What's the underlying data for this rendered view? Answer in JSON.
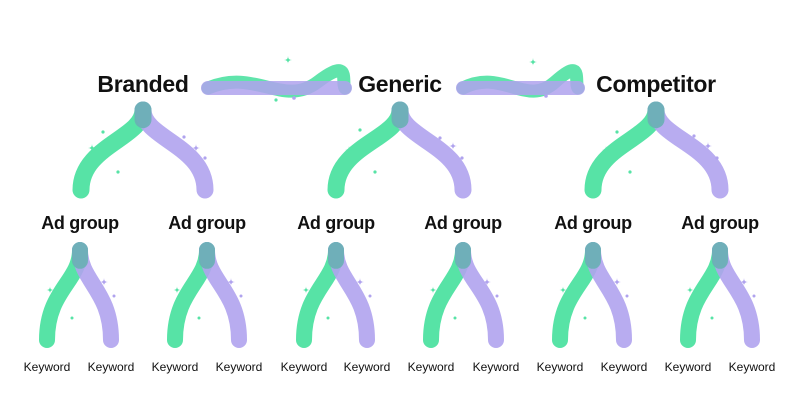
{
  "colors": {
    "green": "#57E3A6",
    "purple": "#B0A3EE",
    "overlap": "#6AB0B5"
  },
  "campaigns": [
    {
      "label": "Branded",
      "ad_groups": [
        {
          "label": "Ad group",
          "keywords": [
            "Keyword",
            "Keyword"
          ]
        },
        {
          "label": "Ad group",
          "keywords": [
            "Keyword",
            "Keyword"
          ]
        }
      ]
    },
    {
      "label": "Generic",
      "ad_groups": [
        {
          "label": "Ad group",
          "keywords": [
            "Keyword",
            "Keyword"
          ]
        },
        {
          "label": "Ad group",
          "keywords": [
            "Keyword",
            "Keyword"
          ]
        }
      ]
    },
    {
      "label": "Competitor",
      "ad_groups": [
        {
          "label": "Ad group",
          "keywords": [
            "Keyword",
            "Keyword"
          ]
        },
        {
          "label": "Ad group",
          "keywords": [
            "Keyword",
            "Keyword"
          ]
        }
      ]
    }
  ],
  "icons": {
    "sparkle": "sparkle-icon"
  }
}
